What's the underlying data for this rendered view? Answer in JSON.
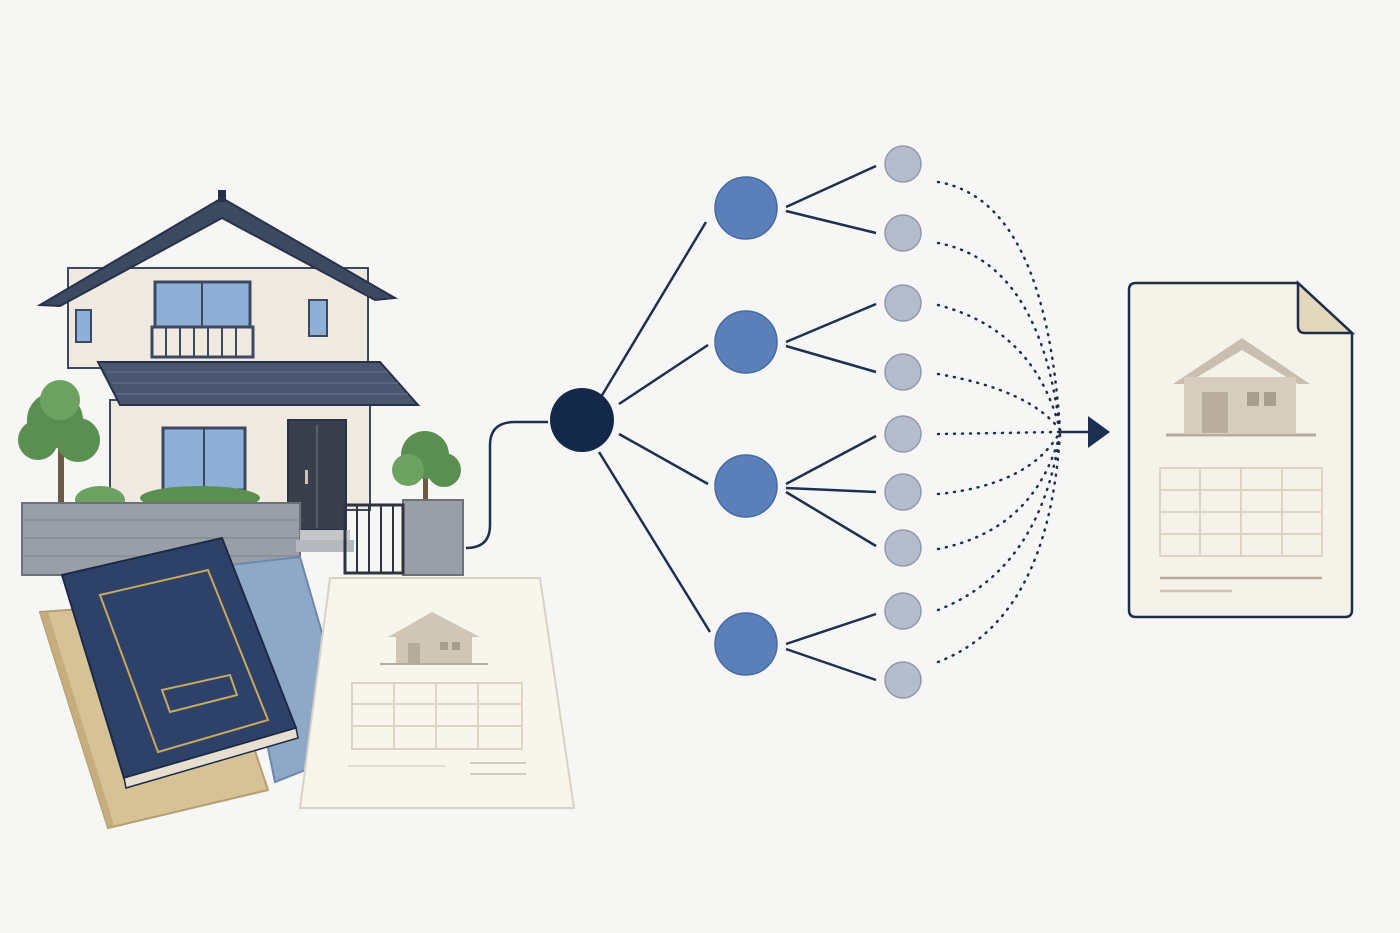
{
  "diagram": {
    "type": "tree-aggregation",
    "input_group": [
      "house",
      "blue-book",
      "tan-book",
      "light-blue-book",
      "property-document"
    ],
    "root": "hub-node",
    "branches": [
      {
        "node": "branch-node-1",
        "leaves": 2
      },
      {
        "node": "branch-node-2",
        "leaves": 2
      },
      {
        "node": "branch-node-3",
        "leaves": 3
      },
      {
        "node": "branch-node-4",
        "leaves": 2
      }
    ],
    "leaves_converge_to": "output-document",
    "output": "output-property-document"
  },
  "colors": {
    "background": "#f6f6f5",
    "hub": "#14284a",
    "branch_node": "#5b7fb8",
    "leaf_node": "#b5bccb",
    "line": "#1e3050",
    "document_fill": "#f5f2ea",
    "document_border": "#1e2d4a",
    "house_icon": "#cfc6b8",
    "book_navy": "#2e4269",
    "book_tan": "#d7c196",
    "book_light_blue": "#8ea8c8",
    "roof": "#3c4a61",
    "wall": "#efe9df",
    "tree": "#5b8f52"
  },
  "icons": [
    "house-illustration",
    "book-icon",
    "document-icon",
    "arrow-right-icon",
    "home-icon"
  ]
}
